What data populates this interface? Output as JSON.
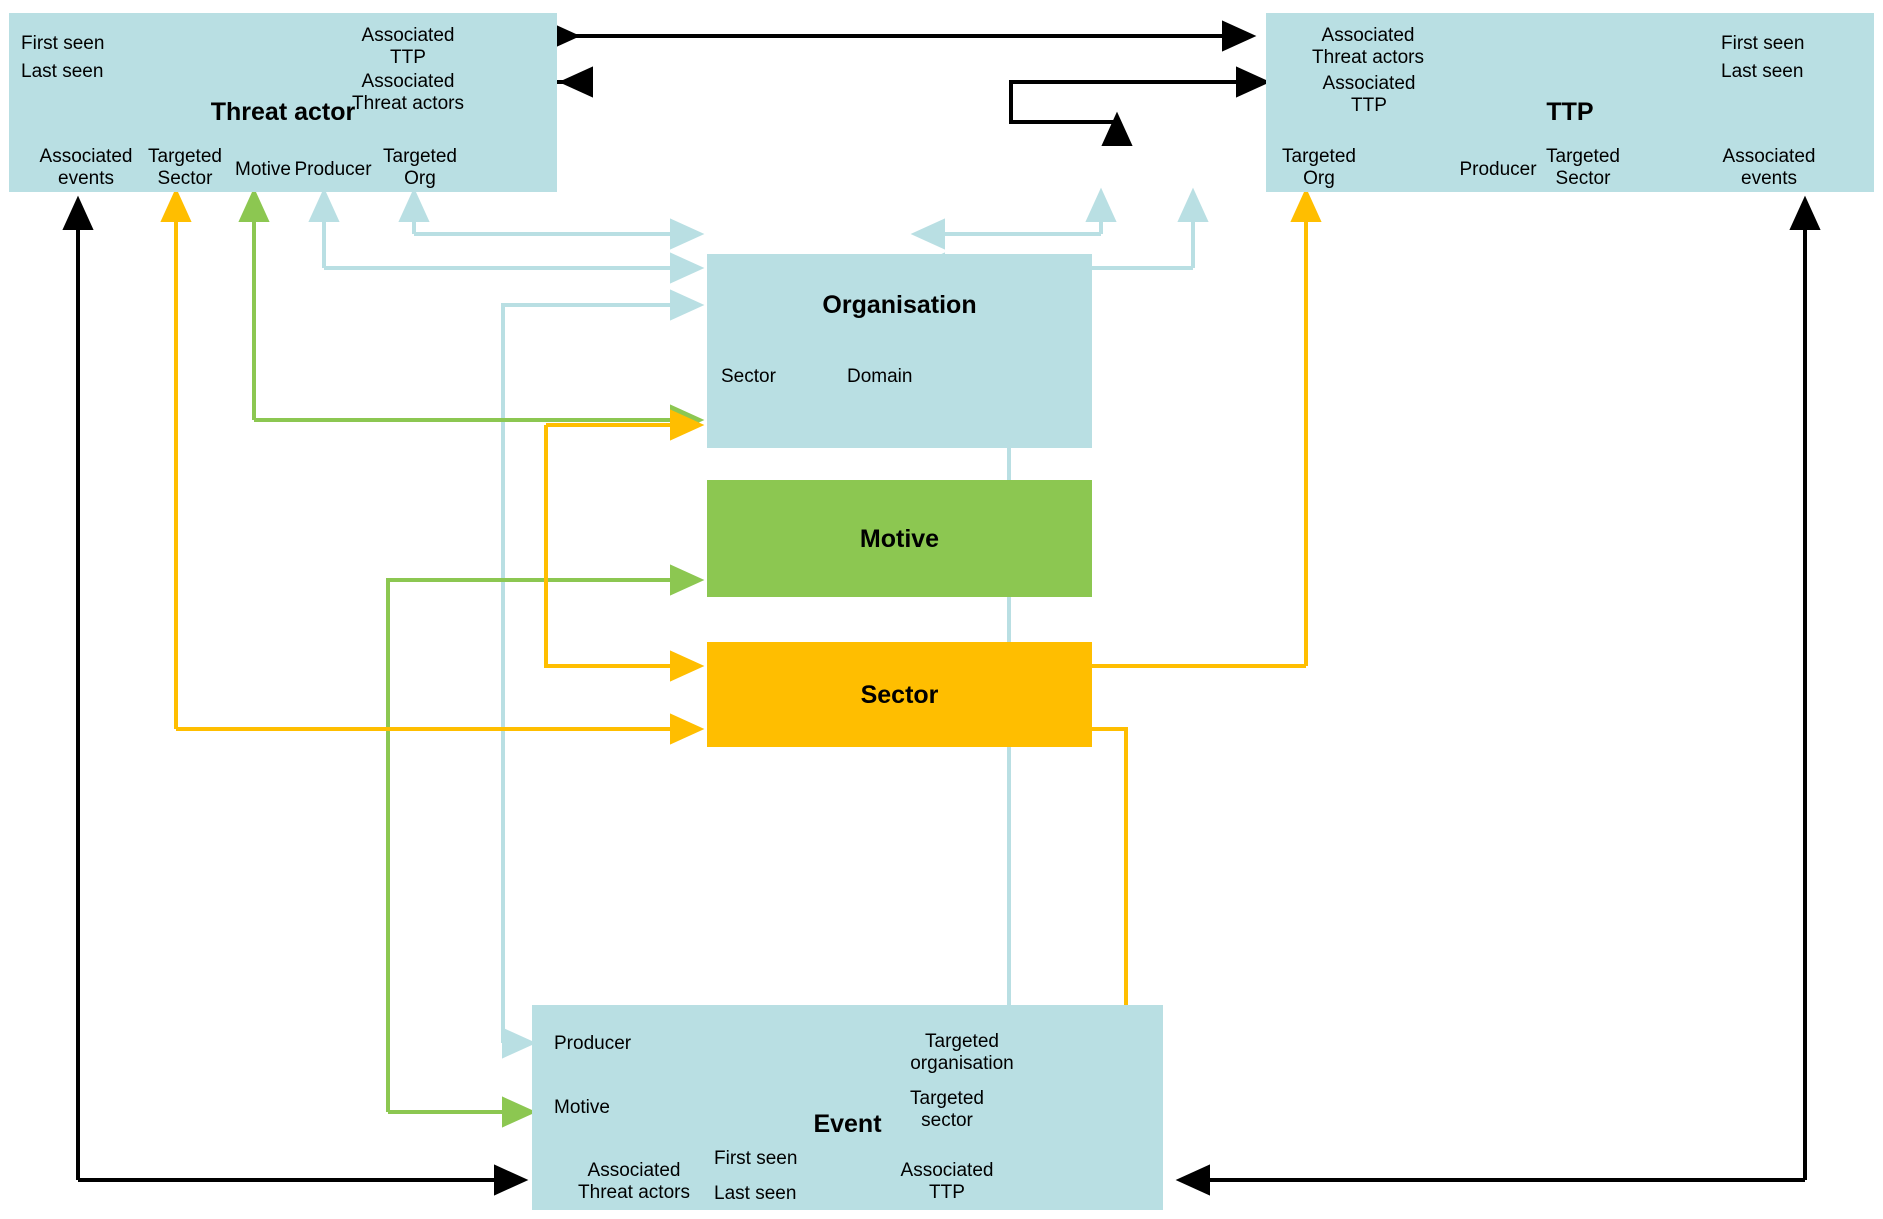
{
  "diagram": {
    "title": "Threat intelligence entity relationship diagram",
    "colors": {
      "blue": "#b9dfe3",
      "green": "#8cc751",
      "amber": "#ffbe00",
      "black": "#000000",
      "wire_blue": "#b9dfe3",
      "wire_green": "#8cc751",
      "wire_amber": "#ffbe00",
      "background": "#ffffff"
    }
  },
  "nodes": {
    "threat_actor": {
      "title": "Threat actor",
      "attributes": [
        {
          "label": "First seen"
        },
        {
          "label": "Last seen"
        },
        {
          "label": "Associated\nTTP"
        },
        {
          "label": "Associated\nThreat actors"
        },
        {
          "label": "Associated\nevents"
        },
        {
          "label": "Targeted\nSector"
        },
        {
          "label": "Motive"
        },
        {
          "label": "Producer"
        },
        {
          "label": "Targeted\nOrg"
        }
      ]
    },
    "ttp": {
      "title": "TTP",
      "attributes": [
        {
          "label": "Associated\nThreat actors"
        },
        {
          "label": "Associated\nTTP"
        },
        {
          "label": "First seen"
        },
        {
          "label": "Last seen"
        },
        {
          "label": "Targeted\nOrg"
        },
        {
          "label": "Producer"
        },
        {
          "label": "Targeted\nSector"
        },
        {
          "label": "Associated\nevents"
        }
      ]
    },
    "organisation": {
      "title": "Organisation",
      "attributes": [
        {
          "label": "Sector"
        },
        {
          "label": "Domain"
        }
      ]
    },
    "motive": {
      "title": "Motive",
      "attributes": []
    },
    "sector": {
      "title": "Sector",
      "attributes": []
    },
    "event": {
      "title": "Event",
      "attributes": [
        {
          "label": "Producer"
        },
        {
          "label": "Targeted\norganisation"
        },
        {
          "label": "Motive"
        },
        {
          "label": "Targeted\nsector"
        },
        {
          "label": "Associated\nThreat actors"
        },
        {
          "label": "First seen"
        },
        {
          "label": "Last seen"
        },
        {
          "label": "Associated\nTTP"
        }
      ]
    }
  },
  "edges": [
    {
      "name": "threat-actor-to-ttp-associated",
      "color": "#000000"
    },
    {
      "name": "threat-actor-self-loop-associated-threat-actors",
      "color": "#000000"
    },
    {
      "name": "ttp-self-loop-associated-ttp",
      "color": "#000000"
    },
    {
      "name": "threat-actor-targeted-org-to-organisation",
      "color": "#b9dfe3"
    },
    {
      "name": "threat-actor-producer-to-organisation",
      "color": "#b9dfe3"
    },
    {
      "name": "ttp-targeted-org-to-organisation",
      "color": "#b9dfe3"
    },
    {
      "name": "ttp-producer-to-organisation",
      "color": "#b9dfe3"
    },
    {
      "name": "event-producer-to-organisation",
      "color": "#b9dfe3"
    },
    {
      "name": "organisation-to-event-targeted-organisation",
      "color": "#b9dfe3"
    },
    {
      "name": "threat-actor-motive-to-motive",
      "color": "#8cc751"
    },
    {
      "name": "event-motive-to-motive",
      "color": "#8cc751"
    },
    {
      "name": "threat-actor-targeted-sector-to-sector",
      "color": "#ffbe00"
    },
    {
      "name": "ttp-targeted-sector-to-sector",
      "color": "#ffbe00"
    },
    {
      "name": "organisation-sector-to-sector",
      "color": "#ffbe00"
    },
    {
      "name": "sector-to-event-targeted-sector",
      "color": "#ffbe00"
    },
    {
      "name": "threat-actor-associated-events-to-event",
      "color": "#000000"
    },
    {
      "name": "ttp-associated-events-to-event-associated-ttp",
      "color": "#000000"
    }
  ]
}
